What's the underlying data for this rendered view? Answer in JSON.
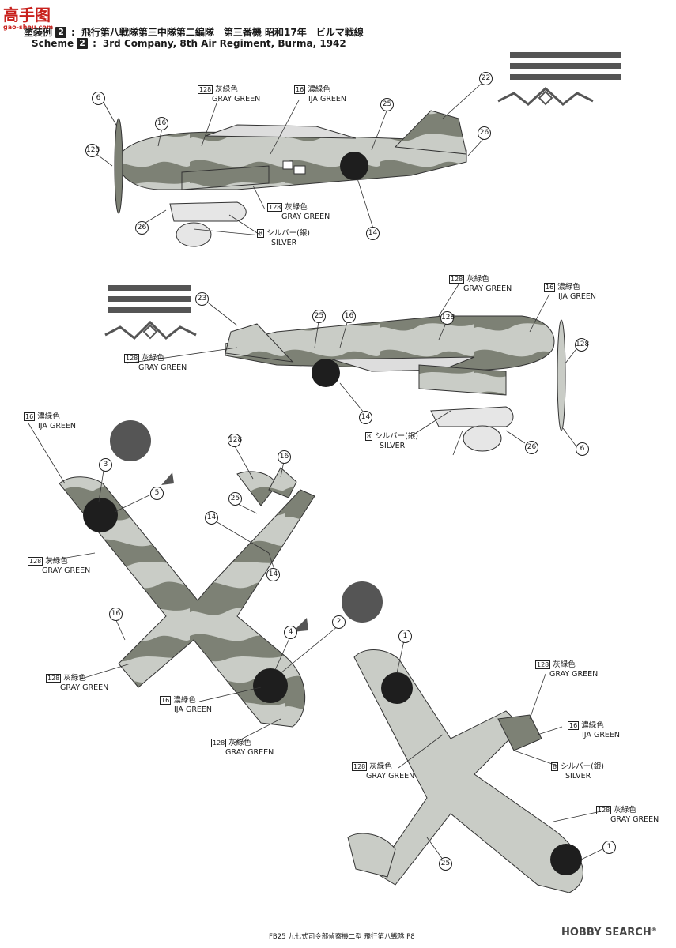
{
  "site": {
    "logo_text": "高手图",
    "url": "gao-shou.com"
  },
  "header": {
    "jp_prefix": "塗装例",
    "jp_number": "2",
    "jp_text": "飛行第八戦隊第三中隊第二編隊　第三番機 昭和17年　ビルマ戦線",
    "en_prefix": "Scheme",
    "en_number": "2",
    "en_text": "3rd Company, 8th Air Regiment, Burma, 1942"
  },
  "colors": {
    "gray_green": "#c9ccc6",
    "ija_green": "#7d8175",
    "roundel": "#1e1e1e",
    "silver": "#e6e6e6"
  },
  "callouts": [
    {
      "code": "128",
      "jp": "灰緑色",
      "en": "GRAY GREEN"
    },
    {
      "code": "16",
      "jp": "濃緑色",
      "en": "IJA GREEN"
    },
    {
      "code": "128",
      "jp": "灰緑色",
      "en": "GRAY GREEN"
    },
    {
      "code": "8",
      "jp": "シルバー(銀)",
      "en": "SILVER"
    },
    {
      "code": "128",
      "jp": "灰緑色",
      "en": "GRAY GREEN"
    },
    {
      "code": "16",
      "jp": "濃緑色",
      "en": "IJA GREEN"
    },
    {
      "code": "128",
      "jp": "灰緑色",
      "en": "GRAY GREEN"
    },
    {
      "code": "8",
      "jp": "シルバー(銀)",
      "en": "SILVER"
    },
    {
      "code": "16",
      "jp": "濃緑色",
      "en": "IJA GREEN"
    },
    {
      "code": "128",
      "jp": "灰緑色",
      "en": "GRAY GREEN"
    },
    {
      "code": "128",
      "jp": "灰緑色",
      "en": "GRAY GREEN"
    },
    {
      "code": "16",
      "jp": "濃緑色",
      "en": "IJA GREEN"
    },
    {
      "code": "128",
      "jp": "灰緑色",
      "en": "GRAY GREEN"
    },
    {
      "code": "128",
      "jp": "灰緑色",
      "en": "GRAY GREEN"
    },
    {
      "code": "16",
      "jp": "濃緑色",
      "en": "IJA GREEN"
    },
    {
      "code": "128",
      "jp": "灰緑色",
      "en": "GRAY GREEN"
    },
    {
      "code": "8",
      "jp": "シルバー(銀)",
      "en": "SILVER"
    },
    {
      "code": "128",
      "jp": "灰緑色",
      "en": "GRAY GREEN"
    }
  ],
  "decal_numbers": [
    "6",
    "16",
    "128",
    "22",
    "25",
    "26",
    "14",
    "26",
    "23",
    "25",
    "16",
    "128",
    "16",
    "128",
    "14",
    "26",
    "6",
    "3",
    "5",
    "128",
    "16",
    "25",
    "14",
    "14",
    "16",
    "4",
    "2",
    "1",
    "1",
    "25"
  ],
  "footer": {
    "text": "FB25 九七式司令部偵察機二型 飛行第八戦隊 P8"
  },
  "watermark": {
    "brand": "HOBBY SEARCH",
    "mark": "®"
  }
}
